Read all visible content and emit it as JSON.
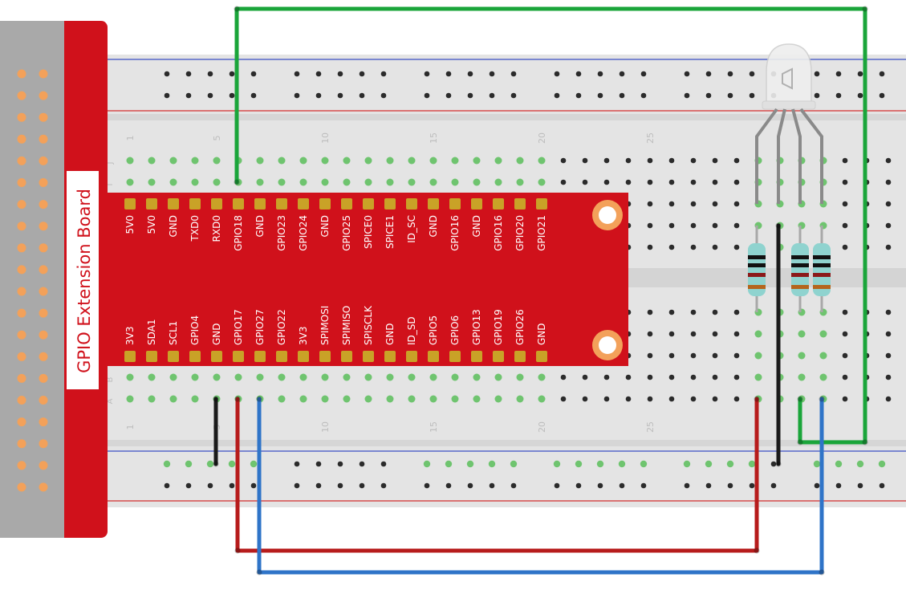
{
  "board": {
    "title": "GPIO Extension Board"
  },
  "pins": {
    "top_row": [
      "5V0",
      "5V0",
      "GND",
      "TXD0",
      "RXD0",
      "GPIO18",
      "GND",
      "GPIO23",
      "GPIO24",
      "GND",
      "GPIO25",
      "SPICE0",
      "SPICE1",
      "ID_SC",
      "GND",
      "GPIO16",
      "GND",
      "GPIO16",
      "GPIO20",
      "GPIO21"
    ],
    "bottom_row": [
      "3V3",
      "SDA1",
      "SCL1",
      "GPIO4",
      "GND",
      "GPIO17",
      "GPIO27",
      "GPIO22",
      "3V3",
      "SPIMOSI",
      "SPIMISO",
      "SPISCLK",
      "GND",
      "ID_SD",
      "GPIO5",
      "GPIO6",
      "GPIO13",
      "GPIO19",
      "GPIO26",
      "GND"
    ]
  },
  "breadboard": {
    "column_numbers": [
      "1",
      "5",
      "10",
      "15",
      "20",
      "25"
    ],
    "row_letters_top": [
      "J",
      "I"
    ],
    "row_letters_bottom": [
      "B",
      "A"
    ]
  },
  "colors": {
    "board_red": "#d0111b",
    "pin_gold": "#c9a227",
    "header_gray": "#a9a9a9",
    "header_pin": "#f3a15a",
    "hole_green": "#6fc46f",
    "wire_green": "#1aa53a",
    "wire_red": "#b71c1c",
    "wire_blue": "#2f74c8",
    "wire_black": "#1a1a1a"
  },
  "components": {
    "led": "rgb-led",
    "resistors": 3
  }
}
